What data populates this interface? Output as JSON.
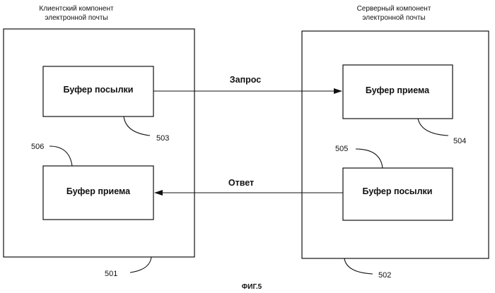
{
  "client": {
    "label_line1": "Клиентский компонент",
    "label_line2": "электронной почты",
    "ref": "501",
    "send_buffer": {
      "label": "Буфер посылки",
      "ref": "503"
    },
    "receive_buffer": {
      "label": "Буфер приема",
      "ref": "506"
    }
  },
  "server": {
    "label_line1": "Серверный компонент",
    "label_line2": "электронной почты",
    "ref": "502",
    "receive_buffer": {
      "label": "Буфер приема",
      "ref": "504"
    },
    "send_buffer": {
      "label": "Буфер посылки",
      "ref": "505"
    }
  },
  "arrows": {
    "request": "Запрос",
    "response": "Ответ"
  },
  "figure_label": "ФИГ.5"
}
